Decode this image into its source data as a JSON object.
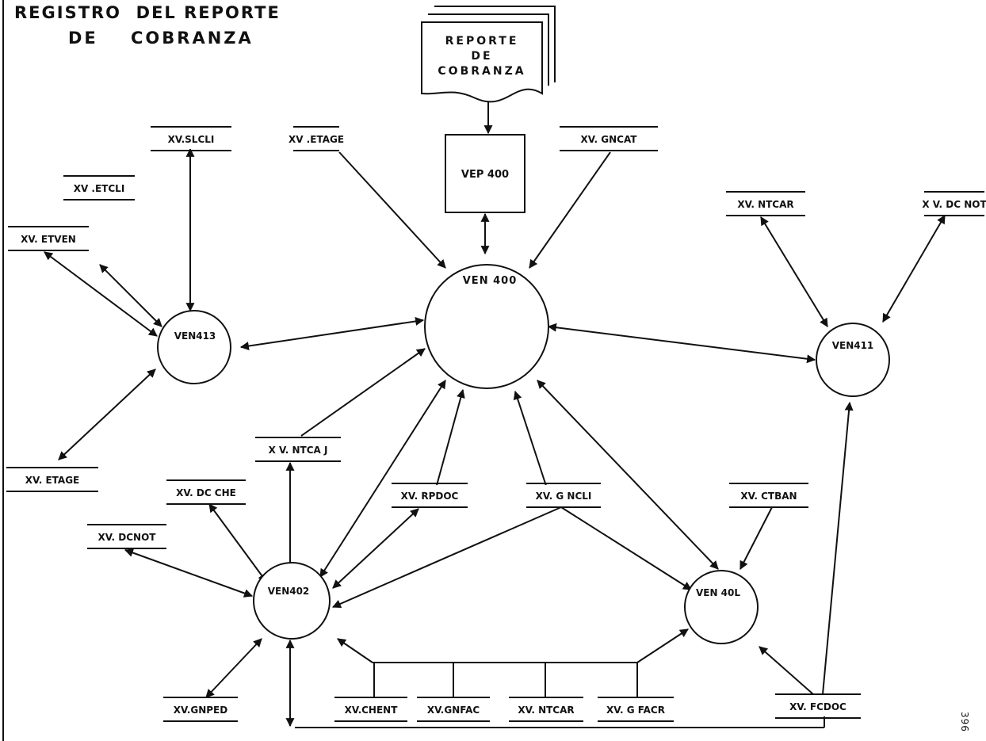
{
  "title": {
    "line1": "REGISTRO  DEL REPORTE",
    "line2": "DE    COBRANZA"
  },
  "page_number": "396",
  "report_document": {
    "lines": [
      "REPORTE",
      "DE",
      "COBRANZA"
    ]
  },
  "box_label": "VEP 400",
  "processes": {
    "ven400": "VEN 400",
    "ven413": "VEN413",
    "ven411": "VEN411",
    "ven402": "VEN402",
    "ven401": "VEN 40L"
  },
  "stores": {
    "etage_top": "XV .ETAGE",
    "gncat": "XV. GNCAT",
    "slcli": "XV.SLCLI",
    "etcli": "XV .ETCLI",
    "etven": "XV. ETVEN",
    "etage_left": "XV.  ETAGE",
    "ntcar_right": "XV. NTCAR",
    "dcnot_right": "X V. DC NOT",
    "ntcaj": "X V. NTCA J",
    "dcche": "XV. DC CHE",
    "dcnot_left": "XV. DCNOT",
    "rpdoc": "XV. RPDOC",
    "gncli": "XV. G NCLI",
    "ctban": "XV. CTBAN",
    "gnped": "XV.GNPED",
    "chent": "XV.CHENT",
    "gnfac": "XV.GNFAC",
    "ntcar_bottom": "XV. NTCAR",
    "gfacr": "XV. G FACR",
    "fcdoc": "XV. FCDOC"
  }
}
